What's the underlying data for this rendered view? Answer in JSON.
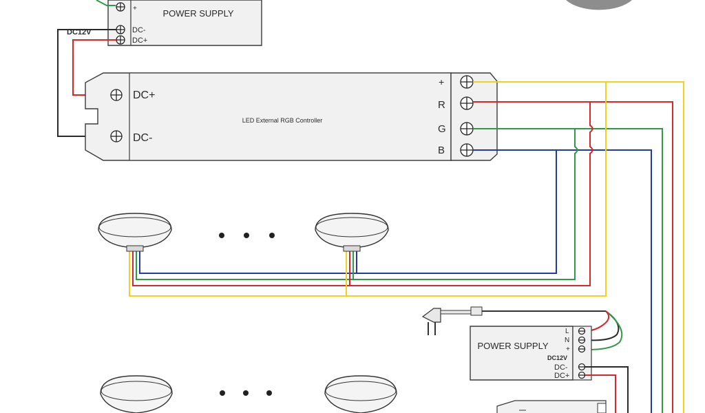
{
  "top_supply": {
    "title": "POWER SUPPLY",
    "plus_label": "+",
    "dc_label": "DC12V",
    "dc_minus": "DC-",
    "dc_plus": "DC+"
  },
  "controller": {
    "title": "LED External RGB Controller",
    "dc_plus": "DC+",
    "dc_minus": "DC-",
    "out_plus": "+",
    "out_r": "R",
    "out_g": "G",
    "out_b": "B"
  },
  "bottom_supply": {
    "title": "POWER SUPPLY",
    "l_label": "L",
    "n_label": "N",
    "plus_label": "+",
    "dc_label": "DC12V",
    "dc_minus": "DC-",
    "dc_plus": "DC+"
  },
  "wire_colors": {
    "plus": "#f2d21b",
    "red": "#d8262a",
    "green": "#2e9a48",
    "blue": "#243a9c",
    "black": "#2a2a2a"
  }
}
